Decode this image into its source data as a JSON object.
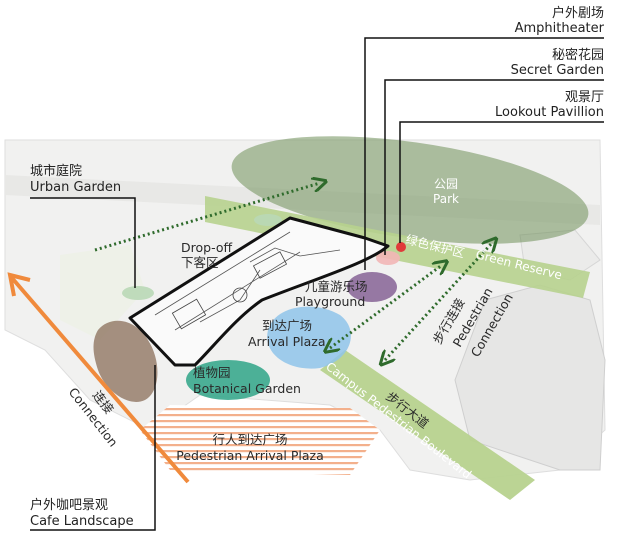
{
  "callouts": {
    "amphitheater": {
      "zh": "户外剧场",
      "en": "Amphitheater"
    },
    "secret_garden": {
      "zh": "秘密花园",
      "en": "Secret Garden"
    },
    "lookout": {
      "zh": "观景厅",
      "en": "Lookout Pavillion"
    },
    "urban_garden": {
      "zh": "城市庭院",
      "en": "Urban Garden"
    },
    "cafe": {
      "zh": "户外咖吧景观",
      "en": "Cafe Landscape"
    }
  },
  "map_labels": {
    "park": {
      "zh": "公园",
      "en": "Park"
    },
    "green_reserve": {
      "zh": "绿色保护区",
      "en": "Green Reserve"
    },
    "pedestrian_connection": {
      "zh": "步行连接",
      "en1": "Pedestrian",
      "en2": "Connection"
    },
    "dropoff": {
      "en": "Drop-off",
      "zh": "下客区"
    },
    "playground": {
      "zh": "儿童游乐场",
      "en": "Playground"
    },
    "arrival_plaza": {
      "zh": "到达广场",
      "en": "Arrival Plaza"
    },
    "botanical": {
      "zh": "植物园",
      "en": "Botanical Garden"
    },
    "connection": {
      "zh": "连接",
      "en": "Connection"
    },
    "campus_boulevard": {
      "zh": "步行大道",
      "en": "Campus Pedestrian Boulevard"
    },
    "pedestrian_arrival": {
      "zh": "行人到达广场",
      "en": "Pedestrian Arrival Plaza"
    }
  },
  "colors": {
    "green_arrow": "#2f6b2c",
    "orange_arrow": "#f08a3c",
    "park": "#6f8f5a",
    "boulevard": "#b7d28e",
    "botanical": "#3aa98d",
    "arrival": "#8fc4ea",
    "playground": "#8c6a9a",
    "lookout": "#e03a3a"
  }
}
